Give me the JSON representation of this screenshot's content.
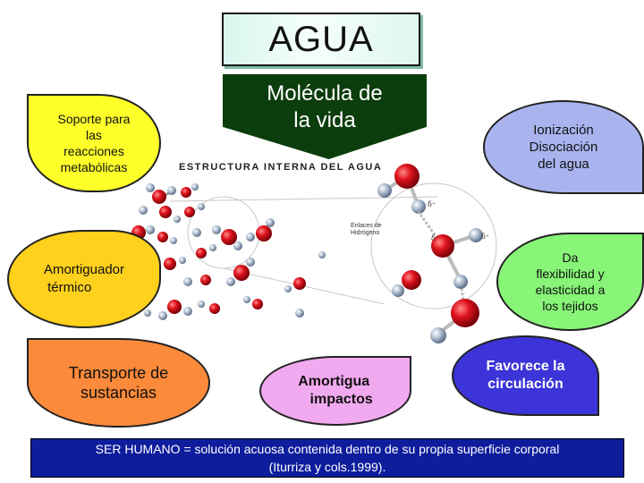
{
  "title": "AGUA",
  "center": {
    "text_line1": "Molécula de",
    "text_line2": "la vida"
  },
  "illustration": {
    "caption": "ESTRUCTURA INTERNA DEL AGUA",
    "hbond_label": "Enlaces de Hidrógeno",
    "delta_plus": "δ⁺",
    "delta_minus": "δ⁻"
  },
  "properties": {
    "soporte": [
      "Soporte para",
      "las",
      "reacciones",
      "metabólicas"
    ],
    "ionizacion": [
      "Ionización",
      "Disociación",
      "del agua"
    ],
    "amortiguador": [
      "Amortiguador",
      "térmico"
    ],
    "flexibilidad": [
      "Da",
      "flexibilidad y",
      "elasticidad a",
      "los tejidos"
    ],
    "transporte": [
      "Transporte de",
      "sustancias"
    ],
    "amortigua": [
      "Amortigua",
      "impactos"
    ],
    "favorece": [
      "Favorece la",
      "circulación"
    ]
  },
  "footer": {
    "line1": "SER HUMANO = solución acuosa contenida dentro de su propia superficie corporal",
    "line2": "(Iturriza y cols.1999)."
  },
  "colors": {
    "soporte": "#ffff2a",
    "ionizacion": "#a9b4ef",
    "amortiguador": "#ffd01c",
    "flexibilidad": "#88f578",
    "transporte": "#fb8a3a",
    "amortigua": "#f1a9ef",
    "favorece": "#3c34d8",
    "molecula": "#0c3d0c",
    "footer": "#0e1d9c",
    "oxygen": "#e0141e",
    "hydrogen": "#a8b8cc"
  }
}
